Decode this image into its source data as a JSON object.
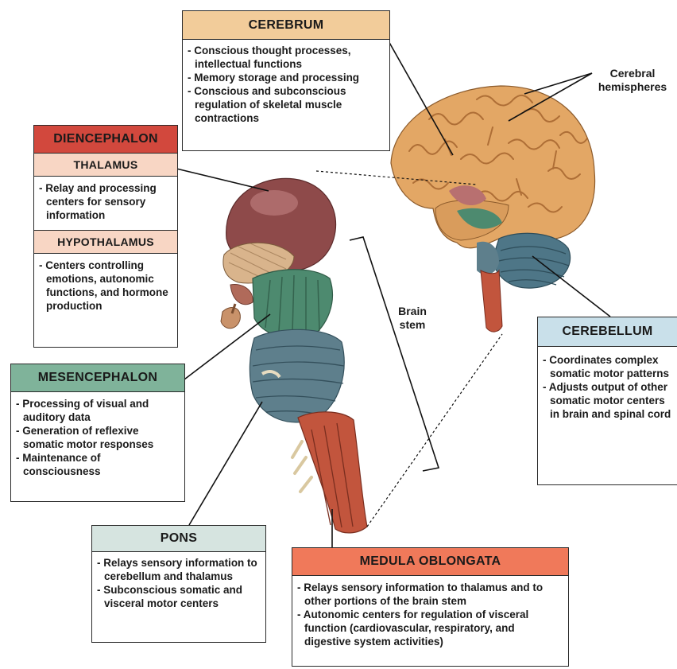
{
  "colors": {
    "cerebrum_header": "#f2cc9a",
    "diencephalon_header": "#d2483d",
    "thalamus_header": "#f8d6c4",
    "hypothalamus_header": "#f8d6c4",
    "mesencephalon_header": "#7fb39a",
    "pons_header": "#d6e4e0",
    "medula_header": "#f0795a",
    "cerebellum_header": "#c9e0ea",
    "cerebrum_tissue": "#e3a765",
    "thalamus_tissue": "#8e4a4a",
    "mesencephalon_tissue": "#4d8a6f",
    "pons_tissue": "#5e7f8c",
    "medulla_tissue": "#c2553d"
  },
  "cerebrum": {
    "title": "CEREBRUM",
    "items": [
      "Conscious thought processes, intellectual functions",
      "Memory storage and processing",
      "Conscious and subconscious regulation of skeletal muscle contractions"
    ]
  },
  "cerebral_hemispheres": {
    "line1": "Cerebral",
    "line2": "hemispheres"
  },
  "diencephalon": {
    "title": "DIENCEPHALON",
    "thalamus": {
      "title": "THALAMUS",
      "items": [
        "Relay and processing centers for sensory information"
      ]
    },
    "hypothalamus": {
      "title": "HYPOTHALAMUS",
      "items": [
        "Centers controlling emotions, autonomic functions, and hormone production"
      ]
    }
  },
  "mesencephalon": {
    "title": "MESENCEPHALON",
    "items": [
      "Processing of visual and auditory data",
      "Generation of reflexive somatic motor responses",
      "Maintenance of consciousness"
    ]
  },
  "brain_stem": {
    "line1": "Brain",
    "line2": "stem"
  },
  "cerebellum": {
    "title": "CEREBELLUM",
    "items": [
      "Coordinates complex somatic motor patterns",
      "Adjusts output of other somatic motor centers in brain and spinal cord"
    ]
  },
  "pons": {
    "title": "PONS",
    "items": [
      "Relays sensory information to cerebellum and thalamus",
      "Subconscious somatic and visceral motor centers"
    ]
  },
  "medula": {
    "title": "MEDULA OBLONGATA",
    "items": [
      "Relays sensory information to thalamus and to other portions of the brain stem",
      "Autonomic centers for regulation of visceral function (cardiovascular, respiratory, and digestive system activities)"
    ]
  }
}
